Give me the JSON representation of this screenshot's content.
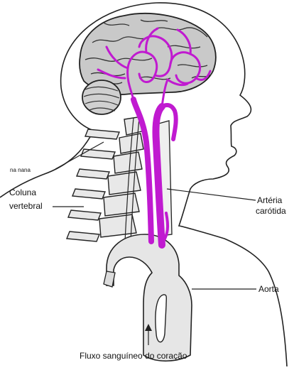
{
  "labels": {
    "small_label": "na nana",
    "spine": [
      "Coluna",
      "vertebral"
    ],
    "artery": [
      "Artéria",
      "carótida"
    ],
    "aorta": "Aorta",
    "flow": "Fluxo sanguíneo do coração"
  },
  "colors": {
    "artery": "#c01ad0",
    "outline": "#222222",
    "brain_fill": "#c9c9c9",
    "tissue_fill": "#e8e8e8"
  }
}
